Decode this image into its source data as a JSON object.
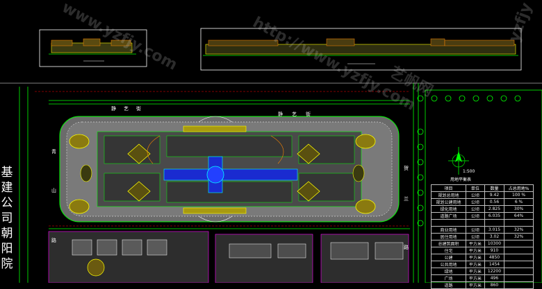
{
  "vertical_title": [
    "基",
    "建",
    "公",
    "司",
    "朝",
    "阳",
    "院"
  ],
  "street_labels": {
    "top": [
      "静",
      "艺",
      "街",
      "静",
      "艺",
      "街"
    ],
    "left": [
      "青",
      "山",
      "路"
    ],
    "right": [
      "贺",
      "兰",
      "路"
    ]
  },
  "scale_text": "1:500",
  "table": {
    "title": "用地平衡表",
    "header": [
      "项目",
      "单位",
      "数量",
      "占总用地%"
    ],
    "rows": [
      [
        "规划总用地",
        "公顷",
        "9.42",
        "100 %"
      ],
      [
        "规划公建用地",
        "公顷",
        "0.56",
        "6 %"
      ],
      [
        "绿化用地",
        "公顷",
        "2.825",
        "30%"
      ],
      [
        "道路广场",
        "公顷",
        "6.035",
        "64%"
      ],
      [
        "",
        "",
        "",
        ""
      ],
      [
        "商业用地",
        "公顷",
        "3.015",
        "32%"
      ],
      [
        "居住用地",
        "公顷",
        "3.02",
        "32%"
      ],
      [
        "总建筑面积",
        "平方米",
        "10300",
        ""
      ],
      [
        "住宅",
        "平方米",
        "910",
        ""
      ],
      [
        "公建",
        "平方米",
        "4850",
        ""
      ],
      [
        "公共用地",
        "平方米",
        "1454",
        ""
      ],
      [
        "绿地",
        "平方米",
        "12200",
        ""
      ],
      [
        "广场",
        "平方米",
        "496",
        ""
      ],
      [
        "道路",
        "平方米",
        "860",
        ""
      ]
    ]
  },
  "watermarks": [
    "www.yzfjy.com",
    "http://www.yzfjy.com",
    "艺帆网",
    "yzfjy"
  ],
  "colors": {
    "background": "#000000",
    "green": "#00ff00",
    "yellow": "#ffff00",
    "blue": "#2040ff",
    "cyan": "#00ffff",
    "magenta": "#ff00ff",
    "grey": "#8a8a8a"
  }
}
